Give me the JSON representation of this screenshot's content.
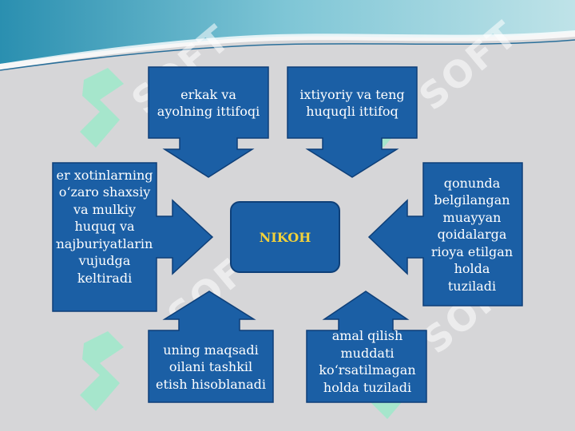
{
  "center": {
    "label": "NIKOH"
  },
  "callouts": {
    "top_left": "erkak va ayolning ittifoqi",
    "top_right": "ixtiyoriy va teng huquqli ittifoq",
    "left": "er xotinlarning o‘zaro shaxsiy va mulkiy huquq va majburiyatlarini vujudga keltiradi",
    "right": "qonunda belgilangan muayyan qoidalarga rioya etilgan holda tuziladi",
    "bottom_left": "uning maqsadi oilani tashkil etish hisoblanadi",
    "bottom_right": "amal qilish muddati ko‘rsatilmagan holda tuziladi"
  },
  "watermark": {
    "text": "SOFT"
  },
  "colors": {
    "box_fill": "#1b5fa5",
    "box_border": "#0e3f78",
    "center_text": "#f2d13a",
    "background": "#d6d6d8"
  }
}
